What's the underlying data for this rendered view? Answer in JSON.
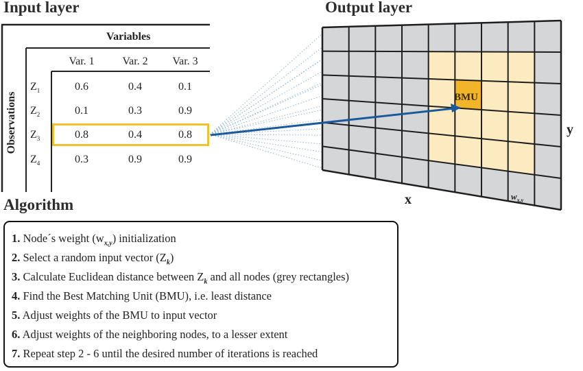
{
  "input_layer": {
    "title": "Input layer",
    "variables_header": "Variables",
    "observations_header": "Observations",
    "columns": [
      "Var. 1",
      "Var. 2",
      "Var. 3"
    ],
    "rows": [
      {
        "label": "Z",
        "sub": "1",
        "values": [
          "0.6",
          "0.4",
          "0.1"
        ]
      },
      {
        "label": "Z",
        "sub": "2",
        "values": [
          "0.1",
          "0.3",
          "0.9"
        ]
      },
      {
        "label": "Z",
        "sub": "3",
        "values": [
          "0.8",
          "0.4",
          "0.8"
        ],
        "highlighted": true
      },
      {
        "label": "Z",
        "sub": "4",
        "values": [
          "0.3",
          "0.9",
          "0.9"
        ]
      }
    ]
  },
  "output_layer": {
    "title": "Output layer",
    "bmu_label": "BMU",
    "x_label": "x",
    "y_label": "y",
    "corner_label": "w",
    "corner_sub": "x,y"
  },
  "algorithm": {
    "title": "Algorithm",
    "steps": [
      {
        "num": "1.",
        "text": "Node´s weight (w",
        "sub": "x,y",
        "tail": ") initialization"
      },
      {
        "num": "2.",
        "text": "Select a random input vector (Z",
        "sub": "k",
        "tail": ")"
      },
      {
        "num": "3.",
        "text": "Calculate Euclidean distance between Z",
        "sub": "k",
        "tail": " and all nodes (grey rectangles)"
      },
      {
        "num": "4.",
        "text": "Find the Best Matching Unit (BMU), i.e. least distance",
        "sub": "",
        "tail": ""
      },
      {
        "num": "5.",
        "text": "Adjust weights of the BMU to input vector",
        "sub": "",
        "tail": ""
      },
      {
        "num": "6.",
        "text": "Adjust weights of the neighboring nodes, to a lesser extent",
        "sub": "",
        "tail": ""
      },
      {
        "num": "7.",
        "text": "Repeat step 2 - 6 until the desired number of iterations is reached",
        "sub": "",
        "tail": ""
      }
    ]
  },
  "colors": {
    "grid_fill": "#d4d6d8",
    "neighborhood_fill": "#fcebc1",
    "bmu_fill": "#f2b52a",
    "highlight_border": "#f0c12e",
    "arrow": "#1a5a9a",
    "dotted_lines": "#8fb4cf"
  }
}
